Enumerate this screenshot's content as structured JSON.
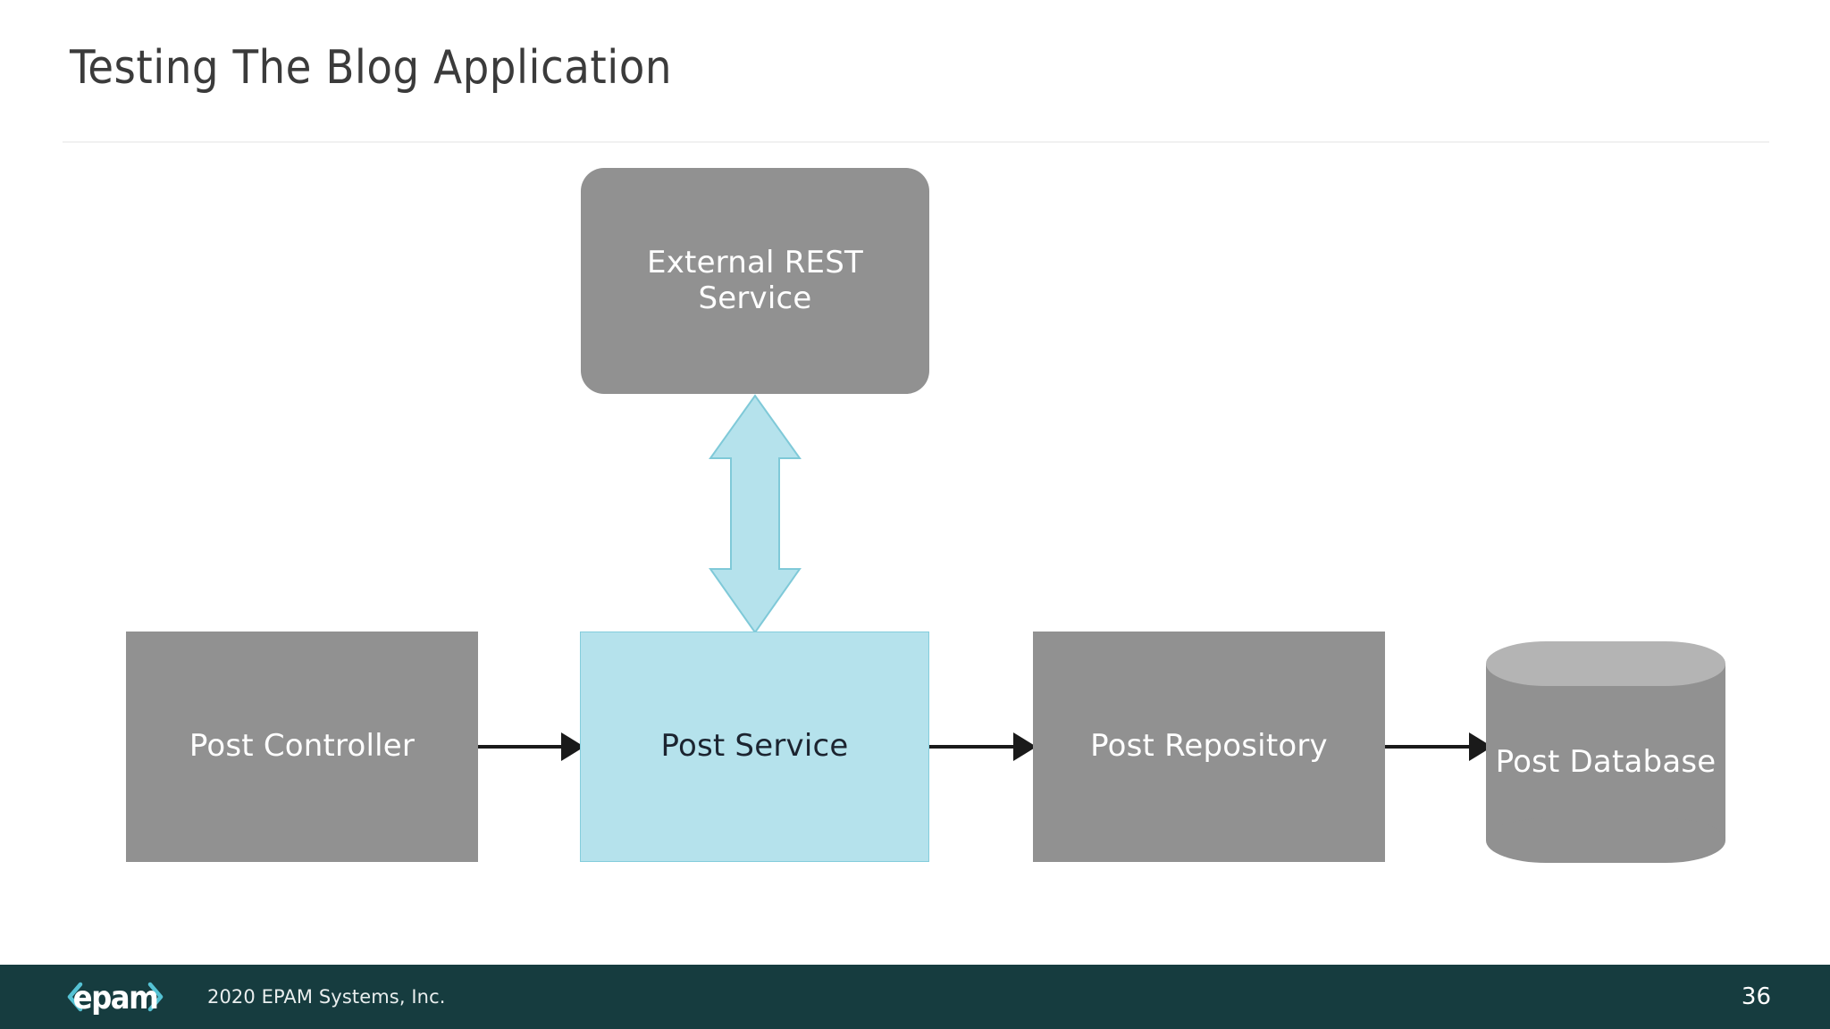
{
  "slide": {
    "title": "Testing The Blog Application",
    "background_color": "#ffffff"
  },
  "diagram": {
    "type": "flow-architecture",
    "nodes": [
      {
        "id": "external-rest",
        "label": "External REST Service",
        "label_line1": "External REST",
        "label_line2": "Service",
        "shape": "rounded-rectangle",
        "fill": "#919191",
        "text_color": "#ffffff"
      },
      {
        "id": "post-controller",
        "label": "Post Controller",
        "shape": "rectangle",
        "fill": "#919191",
        "text_color": "#ffffff"
      },
      {
        "id": "post-service",
        "label": "Post Service",
        "shape": "rectangle",
        "fill": "#b5e2ec",
        "text_color": "#1c2430"
      },
      {
        "id": "post-repository",
        "label": "Post Repository",
        "shape": "rectangle",
        "fill": "#919191",
        "text_color": "#ffffff"
      },
      {
        "id": "post-database",
        "label": "Post Database",
        "shape": "cylinder",
        "fill": "#919191",
        "top_fill": "#b4b4b4",
        "text_color": "#ffffff"
      }
    ],
    "connectors": [
      {
        "id": "controller-to-service",
        "from": "post-controller",
        "to": "post-service",
        "style": "single-arrow",
        "color": "#1a1a1a"
      },
      {
        "id": "service-to-repository",
        "from": "post-service",
        "to": "post-repository",
        "style": "single-arrow",
        "color": "#1a1a1a"
      },
      {
        "id": "repository-to-database",
        "from": "post-repository",
        "to": "post-database",
        "style": "single-arrow",
        "color": "#1a1a1a"
      },
      {
        "id": "service-to-external-rest",
        "from": "post-service",
        "to": "external-rest",
        "style": "double-arrow",
        "color": "#b5e2ec",
        "stroke": "#7fc9d8"
      }
    ]
  },
  "footer": {
    "logo_text": "epam",
    "logo_bracket_left": "‹",
    "logo_bracket_right": "›",
    "copyright": "2020 EPAM Systems, Inc.",
    "page_number": "36",
    "background_color": "#163c3f",
    "accent_color": "#55c2d4"
  }
}
